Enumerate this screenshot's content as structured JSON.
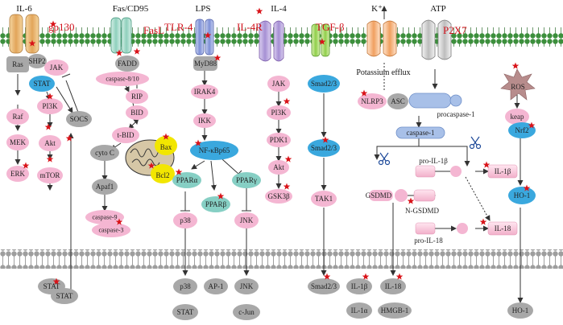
{
  "receptors": {
    "il6": "IL-6",
    "gp130": "gp130",
    "fas": "Fas/CD95",
    "fasl": "FasL",
    "lps": "LPS",
    "tlr4": "TLR-4",
    "il4": "IL-4",
    "il4r": "IL-4R",
    "tgfb": "TGF-β",
    "kplus": "K⁺",
    "potassium": "Potassium efflux",
    "atp": "ATP",
    "p2x7": "P2X7"
  },
  "il6_path": {
    "ras": "Ras",
    "shp2": "SHP2",
    "jak": "JAK",
    "stat": "STAT",
    "raf": "Raf",
    "mek": "MEK",
    "erk": "ERK",
    "pi3k": "PI3K",
    "akt": "Akt",
    "mtor": "mTOR",
    "socs": "SOCS"
  },
  "fas_path": {
    "fadd": "FADD",
    "casp810": "caspase-8/10",
    "rip": "RIP",
    "bid": "BID",
    "tbid": "t-BID",
    "cytoc": "cyto C",
    "apaf1": "Apaf1",
    "bax": "Bax",
    "bcl2": "Bcl2",
    "casp9": "caspase-9",
    "casp3": "caspase-3"
  },
  "lps_path": {
    "myd88": "MyD88",
    "irak4": "IRAK4",
    "ikk": "IKK",
    "nfkb": "NF-κBp65",
    "ppara": "PPARα",
    "pparb": "PPARβ",
    "pparg": "PPARγ",
    "p38": "p38",
    "jnk": "JNK"
  },
  "il4_path": {
    "jak": "JAK",
    "pi3k": "PI3K",
    "pdk1": "PDK1",
    "akt": "Akt",
    "gsk3b": "GSK3β"
  },
  "tgf_path": {
    "smad23a": "Smad2/3",
    "smad23b": "Smad2/3",
    "tak1": "TAK1"
  },
  "inflammasome": {
    "nlrp3": "NLRP3",
    "asc": "ASC",
    "procasp1": "procaspase-1",
    "casp1": "caspase-1",
    "proil1b": "pro-IL-1β",
    "il1b": "IL-1β",
    "gsdmd": "GSDMD",
    "ngsdmd": "N-GSDMD",
    "proil18": "pro-IL-18",
    "il18": "IL-18"
  },
  "ros_path": {
    "ros": "ROS",
    "keap": "keap",
    "nrf2": "Nrf2",
    "ho1": "HO-1"
  },
  "nucleus": {
    "stat1": "STAT",
    "stat2": "STAT",
    "p38": "p38",
    "ap1": "AP-1",
    "jnk": "JNK",
    "stat3": "STAT",
    "cjun": "c-Jun",
    "smad": "Smad2/3",
    "il1b": "IL-1β",
    "il18": "IL-18",
    "il1a": "IL-1α",
    "hmgb1": "HMGB-1",
    "ho1": "HO-1"
  },
  "colors": {
    "membrane_head": "#3c8f3c",
    "pink": "#f4b6d2",
    "gray": "#a8a8a8",
    "blue": "#3aa8de",
    "yellow": "#f2e600",
    "teal": "#86cfc4",
    "red_text": "#d0101a",
    "star": "#d9141a",
    "nuc_head": "#a0a0a0"
  },
  "icons": {
    "star": "star-icon",
    "scissors": "scissors-icon"
  }
}
